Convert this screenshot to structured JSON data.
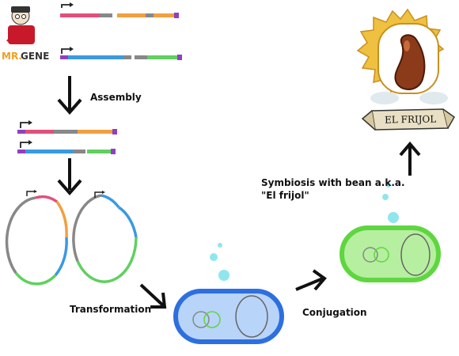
{
  "logo": {
    "text_mr": "MR.",
    "text_gene": "GENE"
  },
  "steps": {
    "assembly": "Assembly",
    "transformation": "Transformation",
    "conjugation": "Conjugation",
    "symbiosis_line1": "Symbiosis with bean a.k.a.",
    "symbiosis_line2": "\"El frijol\""
  },
  "badge": {
    "banner_text": "EL FRIJOL"
  },
  "colors": {
    "promoter_pink": "#e0507a",
    "orange_gene": "#f0a040",
    "blue_gene": "#3a9ae0",
    "green_gene": "#60d060",
    "gray_linker": "#888888",
    "purple_end": "#9040c0",
    "ecoli_blue": "#2e6fe0",
    "rhizobium_green": "#5fd640",
    "bubble_cyan": "#8fe6ee",
    "bean_brown": "#8b3a1a",
    "sunburst_gold": "#f0c040"
  }
}
